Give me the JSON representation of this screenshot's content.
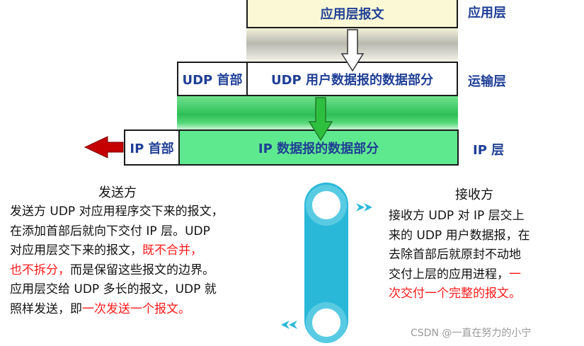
{
  "layers": {
    "application": "应用层",
    "transport": "运输层",
    "ip": "IP 层"
  },
  "boxes": {
    "app_message": "应用层报文",
    "udp_header": "UDP 首部",
    "udp_data": "UDP 用户数据报的数据部分",
    "ip_header": "IP 首部",
    "ip_data": "IP 数据报的数据部分"
  },
  "sender": {
    "title": "发送方",
    "lines": [
      [
        {
          "text": "发送方 UDP 对应用程序交下来的报文，",
          "emphasis": false
        }
      ],
      [
        {
          "text": "在添加首部后就向下交付 IP 层。UDP",
          "emphasis": false
        }
      ],
      [
        {
          "text": "对应用层交下来的报文，",
          "emphasis": false
        },
        {
          "text": "既不合并，",
          "emphasis": true
        }
      ],
      [
        {
          "text": "也不拆分，",
          "emphasis": true
        },
        {
          "text": "而是保留这些报文的边界。",
          "emphasis": false
        }
      ],
      [
        {
          "text": "应用层交给 UDP 多长的报文，UDP 就",
          "emphasis": false
        }
      ],
      [
        {
          "text": "照样发送，即",
          "emphasis": false
        },
        {
          "text": "一次发送一个报文。",
          "emphasis": true
        }
      ]
    ]
  },
  "receiver": {
    "title": "接收方",
    "lines": [
      [
        {
          "text": "接收方 UDP 对 IP 层交上",
          "emphasis": false
        }
      ],
      [
        {
          "text": "来的 UDP 用户数据报，在",
          "emphasis": false
        }
      ],
      [
        {
          "text": "去除首部后就原封不动地",
          "emphasis": false
        }
      ],
      [
        {
          "text": "交付上层的应用进程，",
          "emphasis": false
        },
        {
          "text": "一",
          "emphasis": true
        }
      ],
      [
        {
          "text": "次交付一个完整的报文。",
          "emphasis": true
        }
      ]
    ]
  },
  "watermark": "CSDN @一直在努力的小宁",
  "colors": {
    "label_text": "#1f3f95",
    "app_box": "#fbf8d6",
    "ip_data_fill": "#5fe98f",
    "down_arrow_green": "#2fbf3f",
    "left_arrow_red": "#c40000",
    "emphasis": "#ff1a1a",
    "ring_cyan": "#2ab8d8"
  }
}
